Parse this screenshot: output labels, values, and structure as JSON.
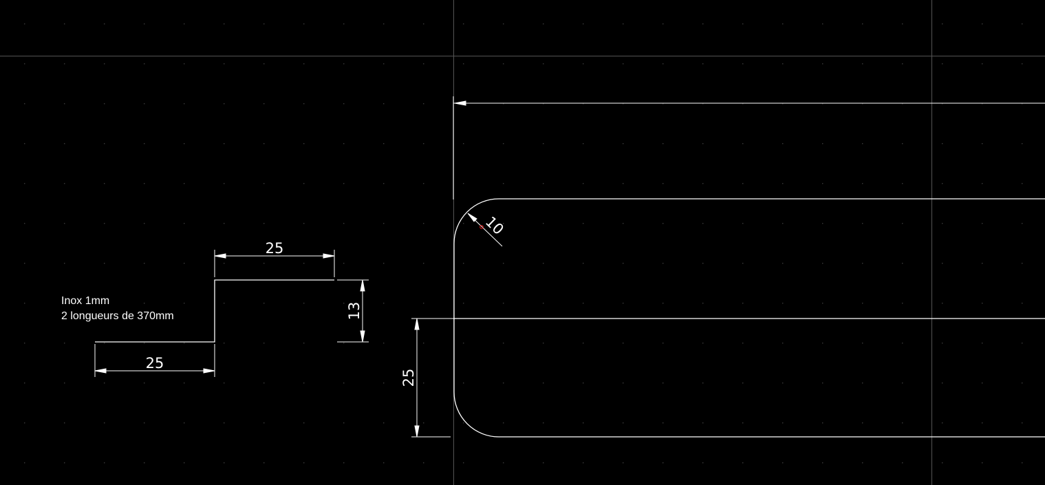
{
  "colors": {
    "background": "#000000",
    "geometry": "#ffffff",
    "grid_dot": "#3a3a3a",
    "crosshair": "#555555",
    "center_marker": "#d01818"
  },
  "note": {
    "material": "Inox 1mm",
    "quantity": "2 longueurs de 370mm"
  },
  "profile": {
    "top_flange": "25",
    "step_height": "13",
    "bottom_flange": "25"
  },
  "part": {
    "fillet_radius": "10",
    "half_width": "25"
  }
}
